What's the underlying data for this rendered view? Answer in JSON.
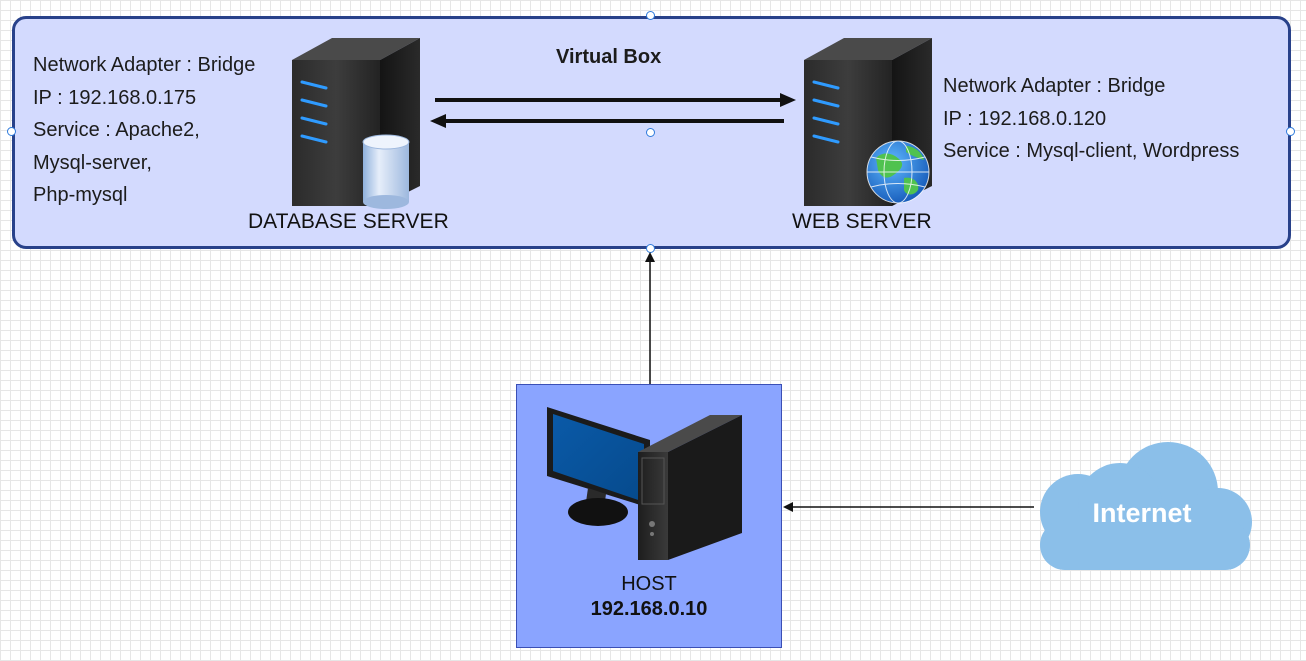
{
  "virtualbox": {
    "title": "Virtual Box"
  },
  "database_server": {
    "label": "DATABASE SERVER",
    "info": [
      "Network Adapter : Bridge",
      "IP : 192.168.0.175",
      "Service : Apache2,",
      "Mysql-server,",
      "Php-mysql"
    ]
  },
  "web_server": {
    "label": "WEB SERVER",
    "info": [
      "Network Adapter : Bridge",
      "IP : 192.168.0.120",
      "Service : Mysql-client, Wordpress"
    ]
  },
  "host": {
    "name": "HOST",
    "ip": "192.168.0.10"
  },
  "internet": {
    "label": "Internet"
  },
  "colors": {
    "virtualbox_fill": "#d3dafe",
    "virtualbox_border": "#28418a",
    "host_fill": "#8aa4ff",
    "cloud_fill": "#8bbfe9",
    "selection_handle": "#2f7bdc"
  },
  "icons": {
    "database_server": "server-with-database-icon",
    "web_server": "server-with-globe-icon",
    "host": "desktop-computer-icon",
    "internet": "cloud-icon"
  }
}
